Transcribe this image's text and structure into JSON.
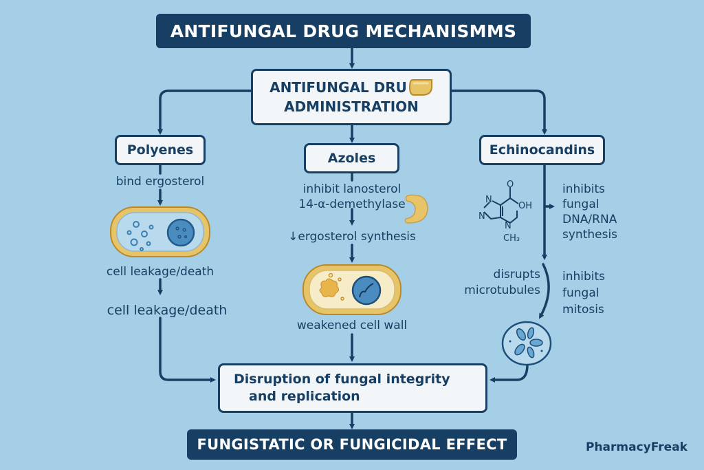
{
  "title": "ANTIFUNGAL DRUG MECHANISMMS",
  "administration": {
    "line1": "ANTIFUNGAL DRU",
    "line2": "ADMINISTRATION",
    "icon": "capsule-icon"
  },
  "branches": {
    "polyenes": {
      "label": "Polyenes",
      "step1": "bind ergosterol",
      "cell_icon": "leaking-cell-icon",
      "step2": "cell leakage/death",
      "step3": "cell leakage/death"
    },
    "azoles": {
      "label": "Azoles",
      "step1_line1": "inhibit lanosterol",
      "step1_line2": "14-α-demethylase",
      "enzyme_icon": "enzyme-icon",
      "step2": "↓ergosterol synthesis",
      "cell_icon": "weakened-cell-icon",
      "step3": "weakened cell wall"
    },
    "echinocandins": {
      "label": "Echinocandins",
      "molecule": {
        "o": "O",
        "oh": "OH",
        "n1": "N",
        "n2": "N",
        "n3": "N",
        "ch3": "CH₃"
      },
      "effect1": [
        "inhibits",
        "fungal",
        "DNA/RNA",
        "synthesis"
      ],
      "side_label": [
        "disrupts",
        "microtubules"
      ],
      "effect2": [
        "inhibits",
        "fungal",
        "mitosis"
      ],
      "cell_icon": "mitosis-cell-icon"
    }
  },
  "disruption": {
    "line1": "Disruption of fungal integrity",
    "line2": "and replication"
  },
  "result": "FUNGISTATIC OR FUNGICIDAL EFFECT",
  "brand": "PharmacyFreak",
  "colors": {
    "background": "#a5cfe6",
    "navy": "#173f63",
    "box_fill": "#f3f6f8",
    "accent_yellow": "#e8c468",
    "cell_blue": "#4a8cc0"
  }
}
